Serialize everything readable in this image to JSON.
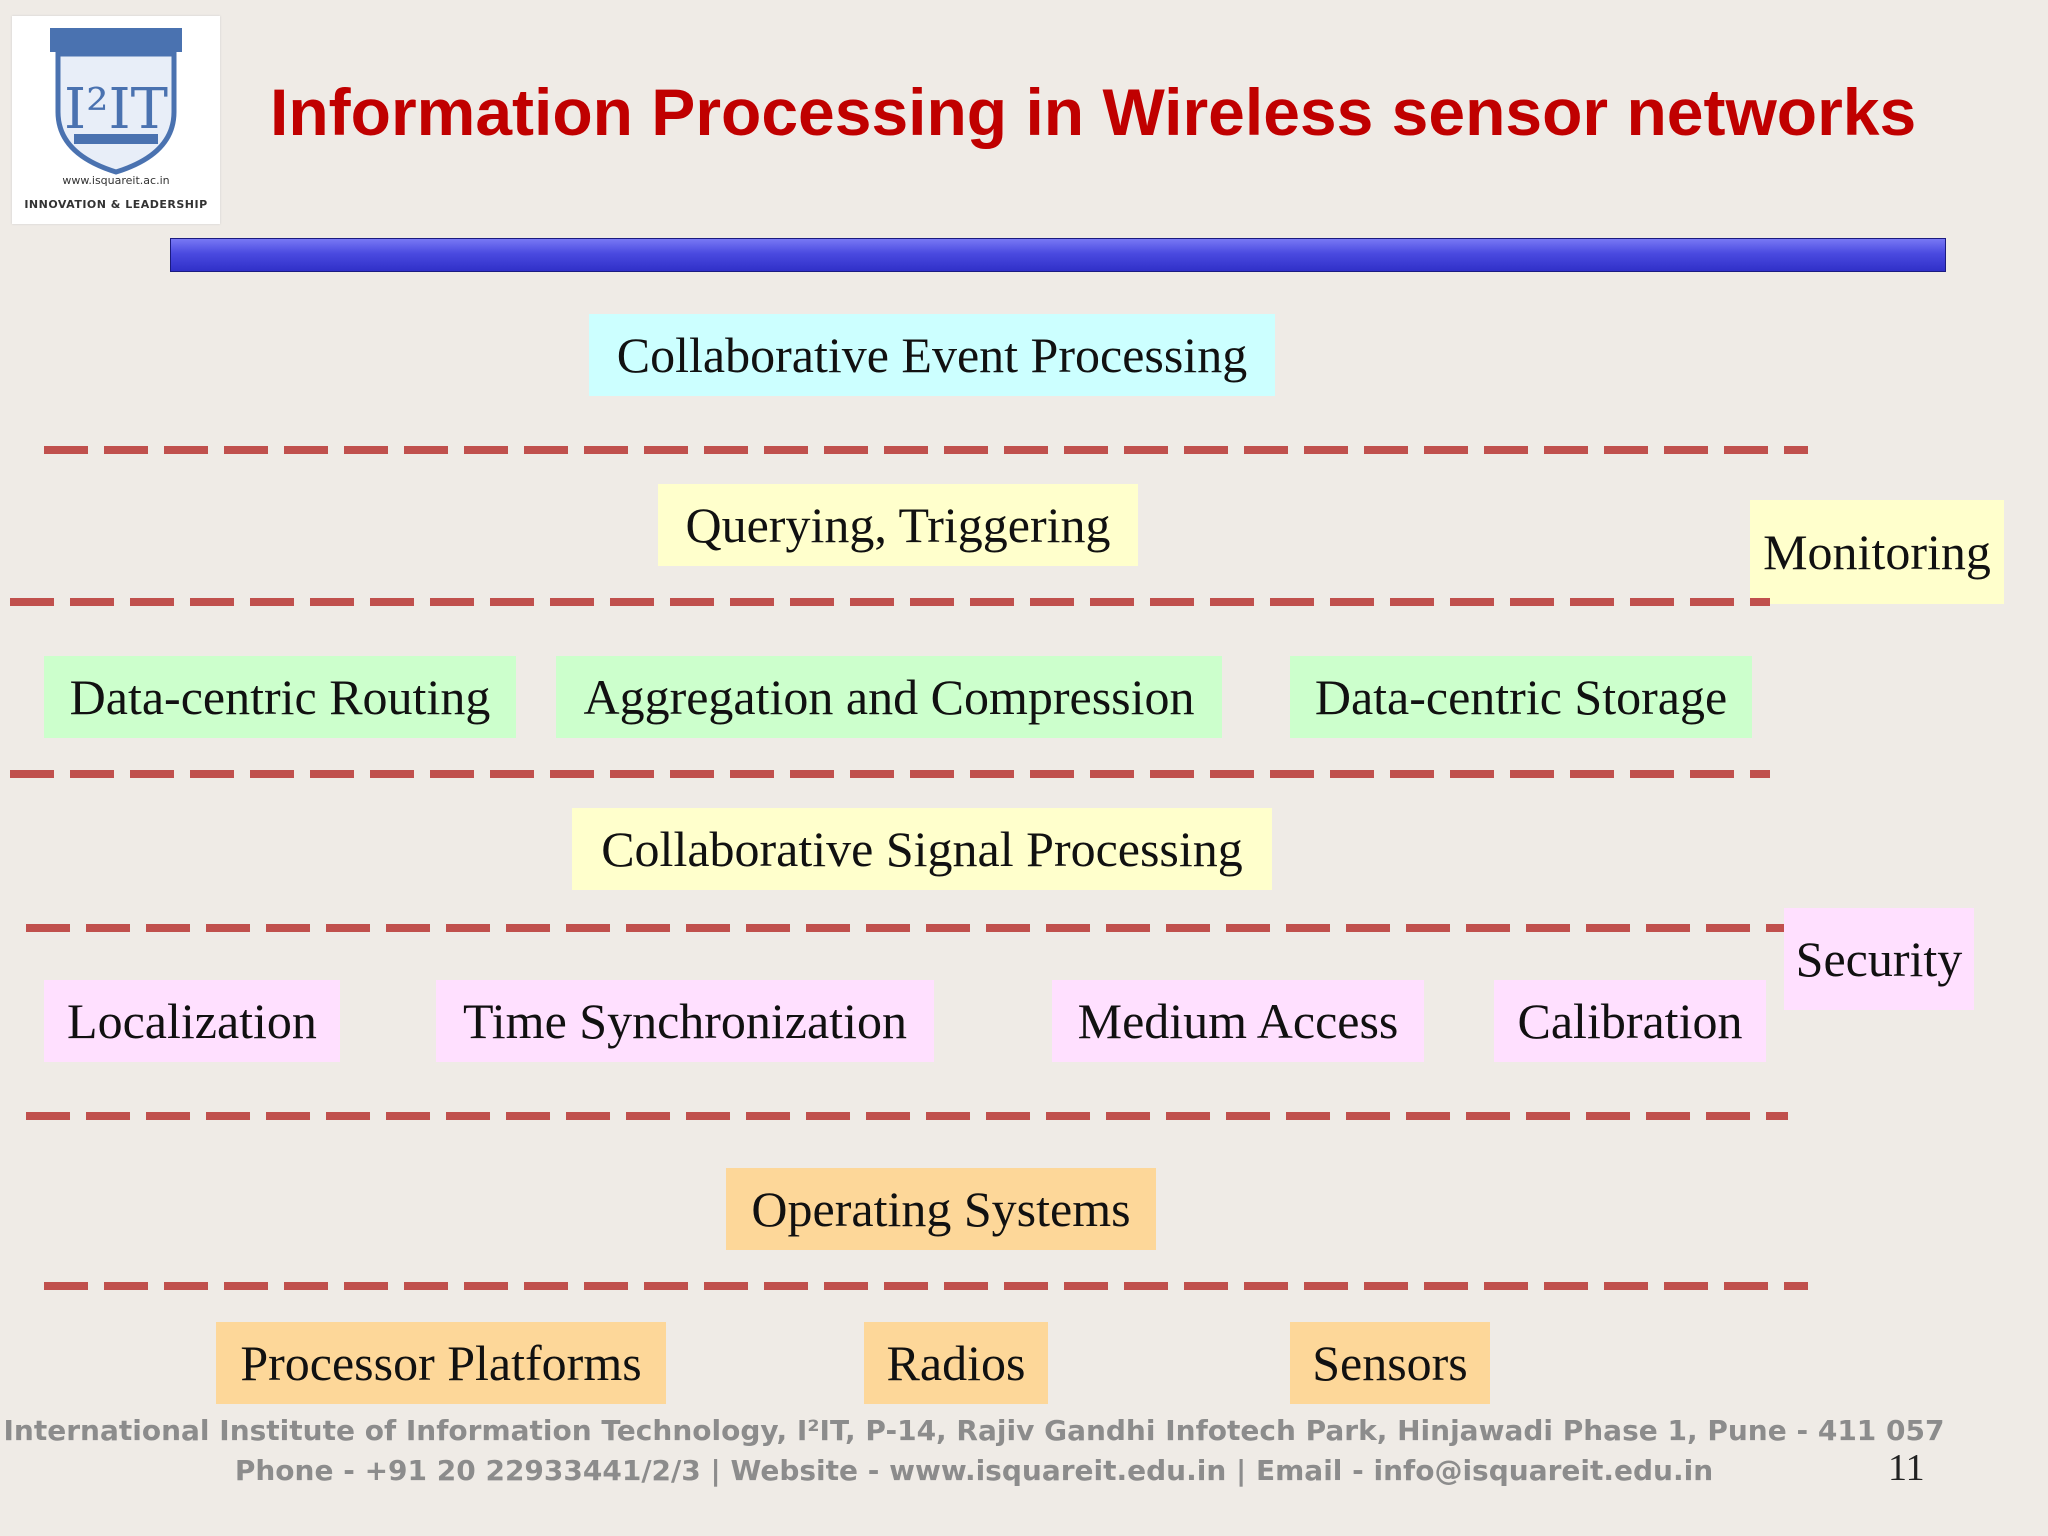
{
  "logo": {
    "mark": "I²IT",
    "url": "www.isquareit.ac.in",
    "tagline": "INNOVATION & LEADERSHIP"
  },
  "title": "Information Processing in Wireless sensor networks",
  "layers": {
    "collaborative_event_processing": "Collaborative Event Processing",
    "querying_triggering": "Querying, Triggering",
    "monitoring": "Monitoring",
    "data_centric_routing": "Data-centric Routing",
    "aggregation_compression": "Aggregation and Compression",
    "data_centric_storage": "Data-centric Storage",
    "collaborative_signal_processing": "Collaborative Signal Processing",
    "security": "Security",
    "localization": "Localization",
    "time_synchronization": "Time Synchronization",
    "medium_access": "Medium Access",
    "calibration": "Calibration",
    "operating_systems": "Operating Systems",
    "processor_platforms": "Processor Platforms",
    "radios": "Radios",
    "sensors": "Sensors"
  },
  "colors": {
    "title": "#c00000",
    "dash": "#c0504d",
    "cyan_box": "#ccffff",
    "yellow_box": "#ffffcc",
    "green_box": "#ccffcc",
    "pink_box": "#ffe0ff",
    "orange_box": "#fdd799"
  },
  "footer": {
    "line1": "International Institute of Information Technology, I²IT, P-14, Rajiv Gandhi Infotech Park, Hinjawadi Phase 1, Pune - 411 057",
    "line2": "Phone - +91 20 22933441/2/3 | Website - www.isquareit.edu.in | Email - info@isquareit.edu.in"
  },
  "page_number": "11"
}
